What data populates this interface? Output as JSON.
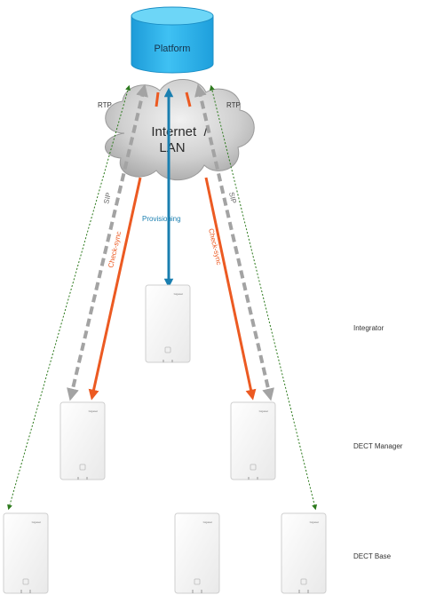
{
  "diagram": {
    "platform": {
      "label": "Platform"
    },
    "cloud": {
      "label_line1": "Internet  /",
      "label_line2": "LAN"
    },
    "connections": {
      "rtp_left": "RTP",
      "rtp_right": "RTP",
      "sip_left": "SIP",
      "sip_right": "SIP",
      "check_sync_left": "Check-sync",
      "check_sync_right": "Check-sync",
      "provisioning": "Provisioning"
    },
    "tiers": {
      "integrator": "Integrator",
      "dect_manager": "DECT Manager",
      "dect_base": "DECT Base"
    },
    "device_brand": "Gigaset",
    "colors": {
      "platform_top": "#5fd0f5",
      "platform_body": "#23a9e8",
      "cloud": "#c7c7c7",
      "check_sync": "#ec5a22",
      "sip": "#a3a3a3",
      "provisioning": "#1a7fb0",
      "rtp": "#2d7a1d"
    }
  }
}
